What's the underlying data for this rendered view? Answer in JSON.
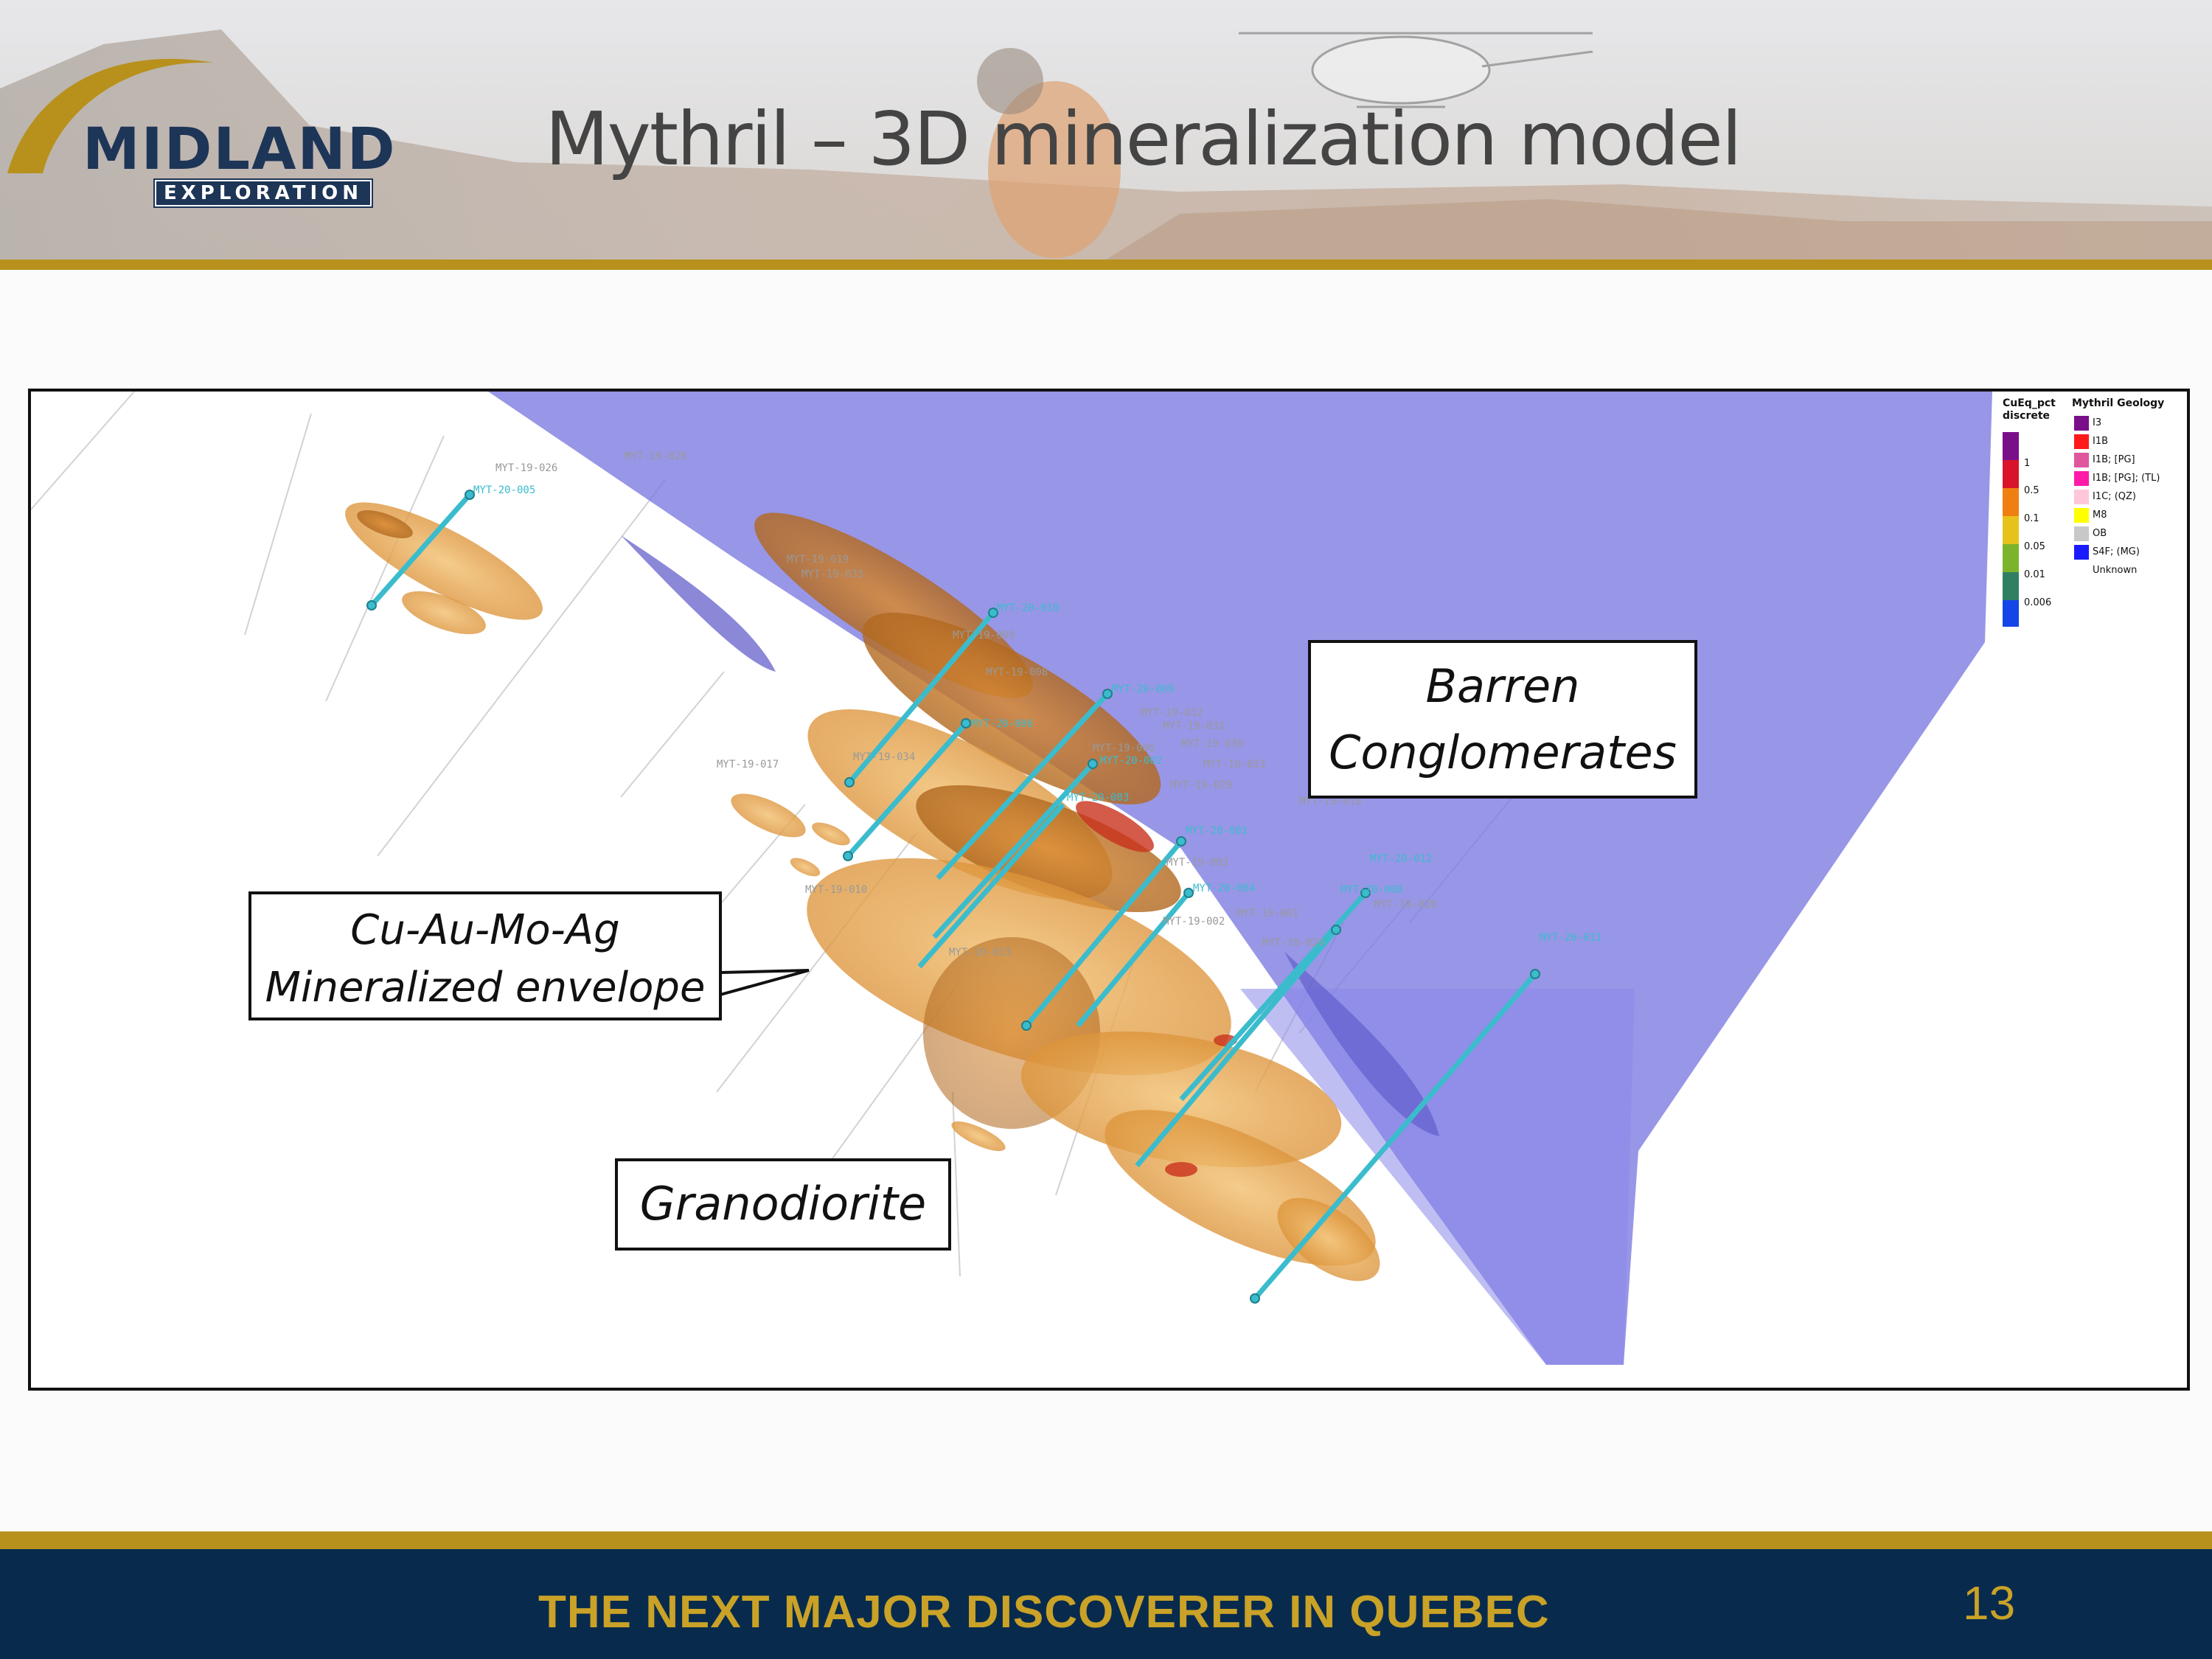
{
  "header": {
    "title": "Mythril – 3D mineralization model",
    "logo": {
      "word": "MIDLAND",
      "sub": "EXPLORATION"
    }
  },
  "figure": {
    "callouts": {
      "barren": [
        "Barren",
        "Conglomerates"
      ],
      "mineralized": [
        "Cu-Au-Mo-Ag",
        "Mineralized envelope"
      ],
      "granodiorite": "Granodiorite"
    },
    "drill_holes": {
      "cyan_labels": [
        "MYT-20-005",
        "MYT-20-010",
        "MYT-20-009",
        "MYT-20-006",
        "MYT-20-002",
        "MYT-20-003",
        "MYT-20-001",
        "MYT-20-004",
        "MYT-20-012",
        "MYT-20-008",
        "MYT-20-011"
      ],
      "grey_labels": [
        "MYT-19-026",
        "MYT-19-020",
        "MYT-19-019",
        "MYT-19-035",
        "MYT-19-009",
        "MYT-19-008",
        "MYT-19-032",
        "MYT-19-031",
        "MYT-19-006",
        "MYT-19-030",
        "MYT-19-033",
        "MYT-19-029",
        "MYT-19-034",
        "MYT-19-017",
        "MYT-19-010",
        "MYT-19-003",
        "MYT-19-002",
        "MYT-19-001",
        "MYT-19-028",
        "MYT-19-024",
        "MYT-19-018",
        "MYT-19-016",
        "MYT-19-013"
      ]
    },
    "legend": {
      "cueq": {
        "title": [
          "CuEq_pct",
          "discrete"
        ],
        "ticks": [
          "1",
          "0.5",
          "0.1",
          "0.05",
          "0.01",
          "0.006"
        ],
        "colors": [
          "#7a0f8a",
          "#d9142a",
          "#f07f12",
          "#e8c21c",
          "#7bb42b",
          "#2f7f63",
          "#1545e8"
        ]
      },
      "geology": {
        "title": "Mythril Geology",
        "items": [
          {
            "label": "I3",
            "color": "#7a0f8a"
          },
          {
            "label": "I1B",
            "color": "#ff1a1a"
          },
          {
            "label": "I1B; [PG]",
            "color": "#e0559e"
          },
          {
            "label": "I1B; [PG]; (TL)",
            "color": "#ff1aa8"
          },
          {
            "label": "I1C; (QZ)",
            "color": "#ffc6dc"
          },
          {
            "label": "M8",
            "color": "#ffff00"
          },
          {
            "label": "OB",
            "color": "#c8c8c8"
          },
          {
            "label": "S4F; (MG)",
            "color": "#1a1aff"
          },
          {
            "label": "Unknown",
            "color": ""
          }
        ]
      }
    }
  },
  "footer": {
    "tagline": "THE NEXT MAJOR DISCOVERER IN QUEBEC",
    "page_number": "13"
  }
}
